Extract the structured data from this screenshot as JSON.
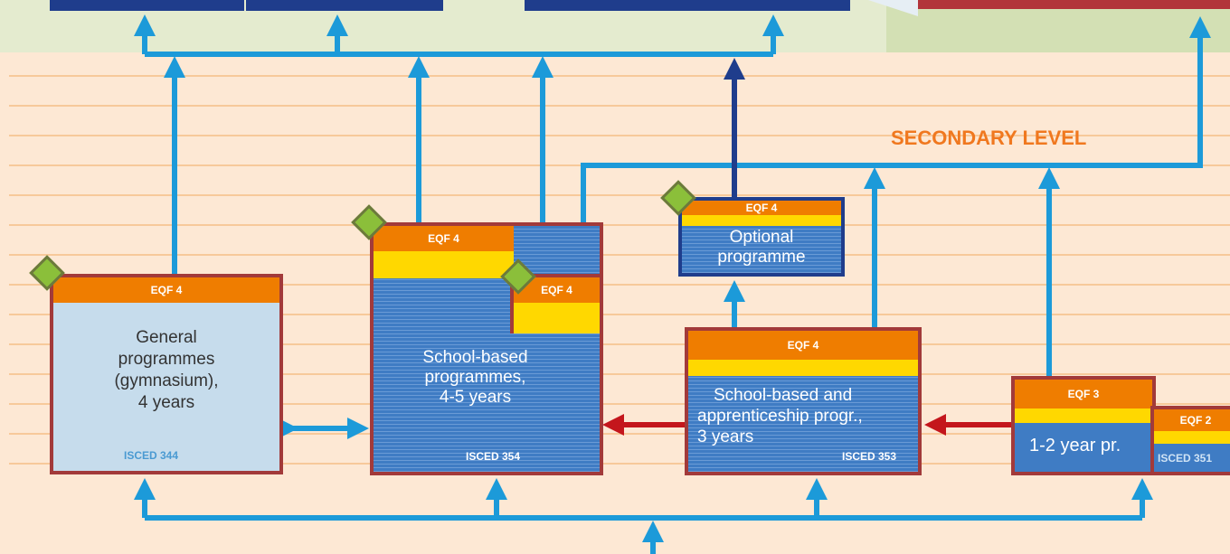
{
  "section_label": "SECONDARY LEVEL",
  "colors": {
    "background": "#fde8d4",
    "top_band": "#e4ebcf",
    "arrow_light": "#1c9ad9",
    "arrow_dark": "#1f3d8c",
    "arrow_red": "#c4161c",
    "eqf_orange": "#ef7d00",
    "yellow": "#ffd800",
    "box_border": "#a23a3a"
  },
  "boxes": {
    "general": {
      "eqf": "EQF 4",
      "title": "General programmes (gymnasium), 4 years",
      "lines": [
        "General",
        "programmes",
        "(gymnasium),",
        "4 years"
      ],
      "isced": "ISCED 344"
    },
    "school_outer": {
      "eqf": "EQF 4",
      "lines": [
        "School-based",
        "programmes,",
        "4-5 years"
      ],
      "isced": "ISCED 354"
    },
    "school_inner": {
      "eqf": "EQF 4"
    },
    "optional": {
      "eqf": "EQF 4",
      "lines": [
        "Optional",
        "programme"
      ]
    },
    "apprentice": {
      "eqf": "EQF 4",
      "lines": [
        "School-based and",
        "apprenticeship progr.,",
        "3 years"
      ],
      "isced": "ISCED 353"
    },
    "short": {
      "eqf": "EQF 3",
      "lines": [
        "1-2 year pr."
      ]
    },
    "short2": {
      "eqf": "EQF 2",
      "isced": "ISCED 351"
    }
  }
}
